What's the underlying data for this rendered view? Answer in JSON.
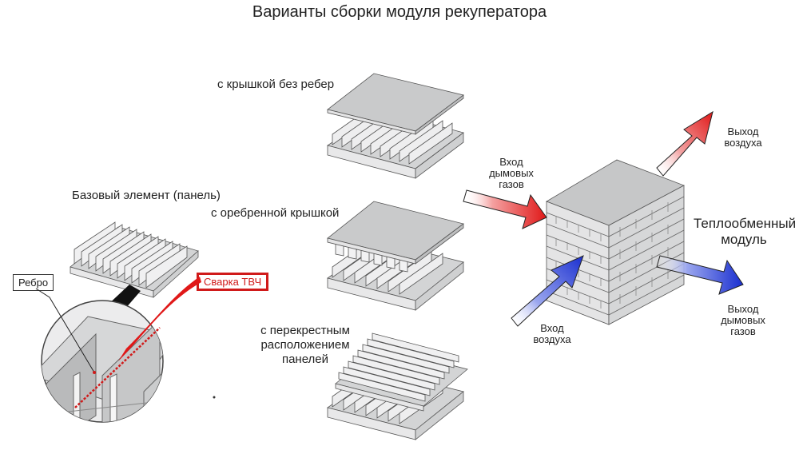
{
  "title": "Варианты сборки модуля рекуператора",
  "labels": {
    "base_element": "Базовый элемент (панель)",
    "rib": "Ребро",
    "welding": "Сварка ТВЧ",
    "lid_no_ribs": "с крышкой без ребер",
    "ribbed_lid": "с оребренной крышкой",
    "cross_line1": "с перекрестным",
    "cross_line2": "расположением",
    "cross_line3": "панелей",
    "flue_in": [
      "Вход",
      "дымовых",
      "газов"
    ],
    "air_out": [
      "Выход",
      "воздуха"
    ],
    "module": [
      "Теплообменный",
      "модуль"
    ],
    "flue_out": [
      "Выход",
      "дымовых",
      "газов"
    ],
    "air_in": [
      "Вход",
      "воздуха"
    ]
  },
  "colors": {
    "hot_arrow": "#e01818",
    "cold_arrow": "#1a2fd0",
    "weld": "#d01a1a",
    "panel_top": "#c9cacb",
    "panel_side": "#e6e7e8",
    "outline": "#555555"
  }
}
